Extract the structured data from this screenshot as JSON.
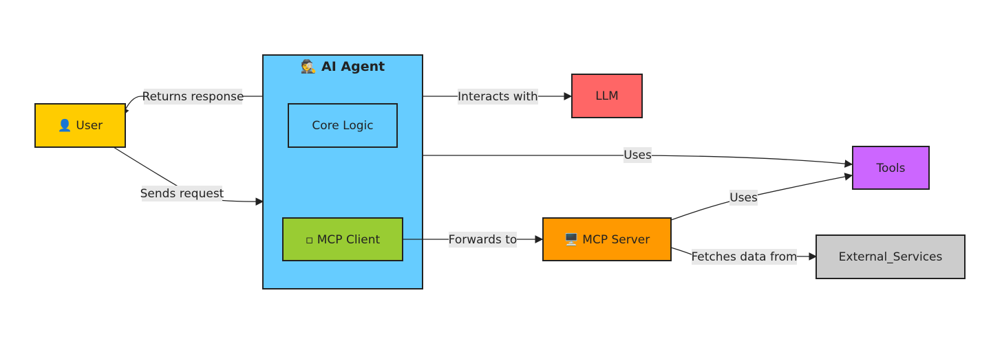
{
  "diagram": {
    "group": {
      "title": "🕵️ AI Agent",
      "color": "#66ccff"
    },
    "nodes": {
      "user": {
        "label": "👤 User",
        "color": "#ffcc00"
      },
      "core_logic": {
        "label": "Core Logic",
        "color": "#66ccff"
      },
      "mcp_client": {
        "label": "▫ MCP Client",
        "color": "#99cc33"
      },
      "llm": {
        "label": "LLM",
        "color": "#ff6666"
      },
      "tools": {
        "label": "Tools",
        "color": "#cc66ff"
      },
      "mcp_server": {
        "label": "🖥️ MCP Server",
        "color": "#ff9900"
      },
      "external_services": {
        "label": "External_Services",
        "color": "#cccccc"
      }
    },
    "edges": {
      "returns_response": "Returns response",
      "sends_request": "Sends request",
      "interacts_with": "Interacts with",
      "uses_agent_tools": "Uses",
      "forwards_to": "Forwards to",
      "uses_server_tools": "Uses",
      "fetches_data_from": "Fetches data from"
    }
  }
}
